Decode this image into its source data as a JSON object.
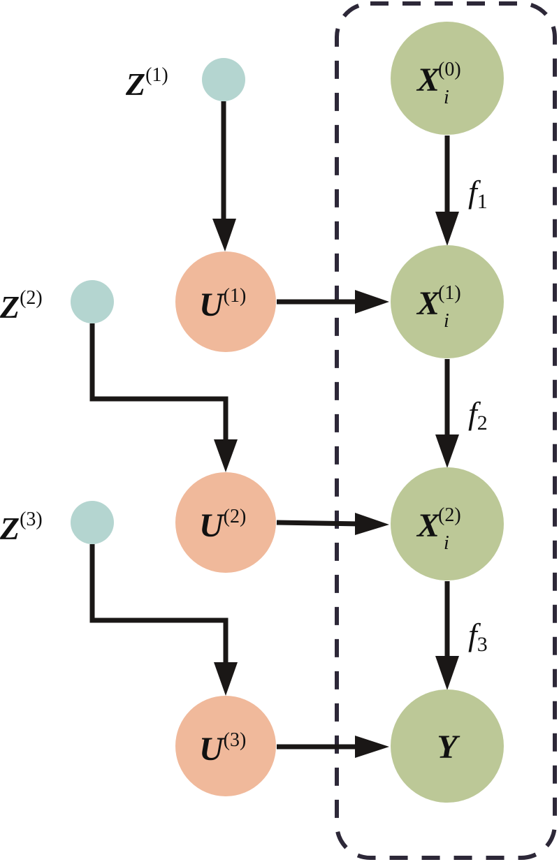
{
  "diagram": {
    "colors": {
      "latent_z": "#b4d5d0",
      "u_node": "#f0b99b",
      "x_node": "#bcc897",
      "edge": "#1a1716",
      "dashed_box": "#2d2838"
    },
    "nodes": [
      {
        "id": "Z1",
        "type": "latent_z",
        "label": "Z",
        "sup": "(1)",
        "sub": ""
      },
      {
        "id": "Z2",
        "type": "latent_z",
        "label": "Z",
        "sup": "(2)",
        "sub": ""
      },
      {
        "id": "Z3",
        "type": "latent_z",
        "label": "Z",
        "sup": "(3)",
        "sub": ""
      },
      {
        "id": "U1",
        "type": "u_node",
        "label": "U",
        "sup": "(1)",
        "sub": ""
      },
      {
        "id": "U2",
        "type": "u_node",
        "label": "U",
        "sup": "(2)",
        "sub": ""
      },
      {
        "id": "U3",
        "type": "u_node",
        "label": "U",
        "sup": "(3)",
        "sub": ""
      },
      {
        "id": "X0",
        "type": "x_node",
        "label": "X",
        "sup": "(0)",
        "sub": "i"
      },
      {
        "id": "X1",
        "type": "x_node",
        "label": "X",
        "sup": "(1)",
        "sub": "i"
      },
      {
        "id": "X2",
        "type": "x_node",
        "label": "X",
        "sup": "(2)",
        "sub": "i"
      },
      {
        "id": "Y",
        "type": "x_node",
        "label": "Y",
        "sup": "",
        "sub": ""
      }
    ],
    "edges": [
      {
        "from": "Z1",
        "to": "U1",
        "label": ""
      },
      {
        "from": "Z2",
        "to": "U2",
        "label": ""
      },
      {
        "from": "Z3",
        "to": "U3",
        "label": ""
      },
      {
        "from": "U1",
        "to": "X1",
        "label": ""
      },
      {
        "from": "U2",
        "to": "X2",
        "label": ""
      },
      {
        "from": "U3",
        "to": "Y",
        "label": ""
      },
      {
        "from": "X0",
        "to": "X1",
        "label": "f",
        "label_sub": "1"
      },
      {
        "from": "X1",
        "to": "X2",
        "label": "f",
        "label_sub": "2"
      },
      {
        "from": "X2",
        "to": "Y",
        "label": "f",
        "label_sub": "3"
      }
    ],
    "group": {
      "members": [
        "X0",
        "X1",
        "X2",
        "Y"
      ],
      "style": "dashed-rounded"
    }
  }
}
